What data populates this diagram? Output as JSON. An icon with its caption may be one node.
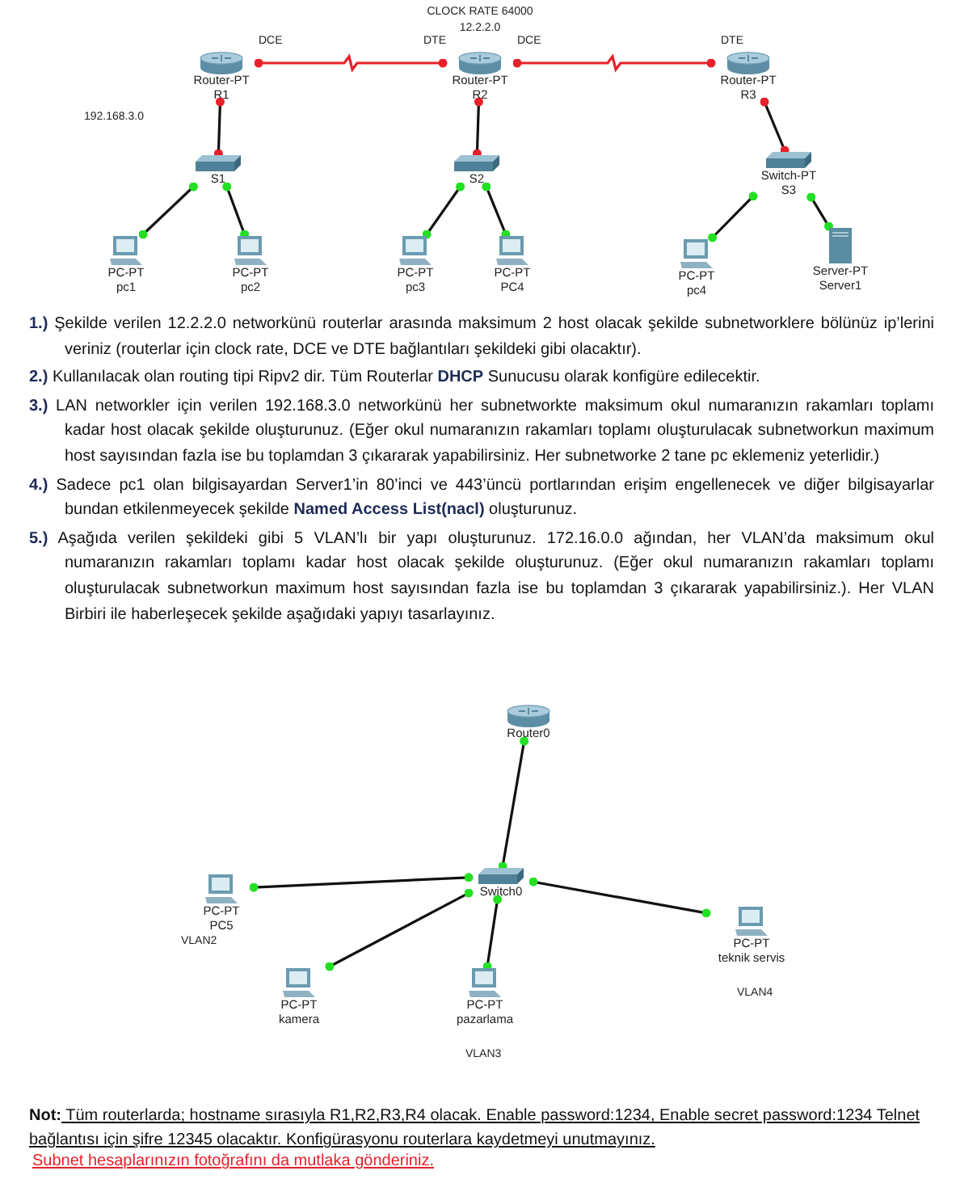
{
  "diagram": {
    "nodes": [
      {
        "text": [
          "Router-PT",
          "R1"
        ]
      },
      {
        "text": [
          "Router-PT",
          "R2"
        ]
      },
      {
        "text": [
          "Router-PT",
          "R3"
        ]
      },
      {
        "text": [
          "S1"
        ]
      },
      {
        "text": [
          "S2"
        ]
      },
      {
        "text": [
          "Switch-PT",
          "S3"
        ]
      },
      {
        "text": [
          "PC-PT",
          "pc1"
        ]
      },
      {
        "text": [
          "PC-PT",
          "pc2"
        ]
      },
      {
        "text": [
          "PC-PT",
          "pc3"
        ]
      },
      {
        "text": [
          "PC-PT",
          "PC4"
        ]
      },
      {
        "text": [
          "PC-PT",
          "pc4"
        ]
      },
      {
        "text": [
          "Server-PT",
          "Server1"
        ]
      },
      {
        "text": [
          "Router0"
        ]
      },
      {
        "text": [
          "Switch0"
        ]
      },
      {
        "text": [
          "PC-PT",
          "PC5"
        ]
      },
      {
        "text": [
          "PC-PT",
          "kamera"
        ]
      },
      {
        "text": [
          "PC-PT",
          "pazarlama"
        ]
      },
      {
        "text": [
          "PC-PT",
          "teknik servis"
        ]
      }
    ],
    "edges": [
      {
        "from": 0,
        "to": 1,
        "arrow": "other",
        "color": "#e8202a"
      },
      {
        "from": 1,
        "to": 2,
        "arrow": "other",
        "color": "#e8202a"
      },
      {
        "from": 0,
        "to": 3,
        "arrow": "other"
      },
      {
        "from": 1,
        "to": 4,
        "arrow": "other"
      },
      {
        "from": 2,
        "to": 5,
        "arrow": "other"
      },
      {
        "from": 3,
        "to": 6,
        "arrow": "other"
      },
      {
        "from": 3,
        "to": 7,
        "arrow": "other"
      },
      {
        "from": 4,
        "to": 8,
        "arrow": "other"
      },
      {
        "from": 4,
        "to": 9,
        "arrow": "other"
      },
      {
        "from": 5,
        "to": 10,
        "arrow": "other"
      },
      {
        "from": 5,
        "to": 11,
        "arrow": "other"
      },
      {
        "from": 12,
        "to": 13,
        "arrow": "other"
      },
      {
        "from": 13,
        "to": 14,
        "arrow": "other"
      },
      {
        "from": 13,
        "to": 15,
        "arrow": "other"
      },
      {
        "from": 13,
        "to": 16,
        "arrow": "other"
      },
      {
        "from": 13,
        "to": 17,
        "arrow": "other"
      }
    ],
    "labels": [
      "CLOCK RATE 64000",
      "12.2.2.0",
      "DCE",
      "DTE",
      "DCE",
      "DTE",
      "192.168.3.0",
      "**1.)** Şekilde verilen 12.2.2.0 networkünü routerlar arasında maksimum 2 host olacak şekilde subnetworklere bölünüz ip’lerini veriniz (routerlar için clock rate, DCE ve DTE bağlantıları şekildeki gibi olacaktır).",
      "**2.)** Kullanılacak olan routing tipi Ripv2 dir. Tüm Routerlar **DHCP** Sunucusu olarak konfigüre edilecektir.",
      "**3.)** LAN networkler için verilen 192.168.3.0 networkünü her subnetworkte maksimum okul numaranızın rakamları toplamı kadar host olacak şekilde oluşturunuz. (Eğer okul numaranızın rakamları toplamı oluşturulacak subnetworkun maximum host sayısından fazla ise bu toplamdan 3 çıkararak yapabilirsiniz. Her subnetworke 2 tane pc eklemeniz yeterlidir.)",
      "**4.)** Sadece pc1 olan bilgisayardan Server1’in 80’inci ve 443’üncü portlarından erişim engellenecek ve diğer bilgisayarlar bundan etkilenmeyecek şekilde **Named Access List(nacl)** oluşturunuz.",
      "**5.)** Aşağıda verilen şekildeki gibi 5 VLAN’lı bir yapı oluşturunuz. 172.16.0.0 ağından, her VLAN’da maksimum okul numaranızın rakamları toplamı kadar host olacak şekilde oluşturunuz. (Eğer okul numaranızın rakamları toplamı oluşturulacak subnetworkun maximum host sayısından fazla ise bu toplamdan 3 çıkararak yapabilirsiniz.). Her VLAN Birbiri ile haberleşecek şekilde aşağıdaki yapıyı tasarlayınız.",
      "VLAN2",
      "VLAN4",
      "VLAN3",
      "**Not:** Tüm routerlarda; hostname sırasıyla R1,R2,R3,R4 olacak. Enable password:1234, Enable secret password:1234 Telnet bağlantısı için şifre 12345 olacaktır. Konfigürasyonu routerlara kaydetmeyi unutmayınız.",
      "Subnet hesaplarınızın fotoğrafını da mutlaka gönderiniz."
    ]
  }
}
